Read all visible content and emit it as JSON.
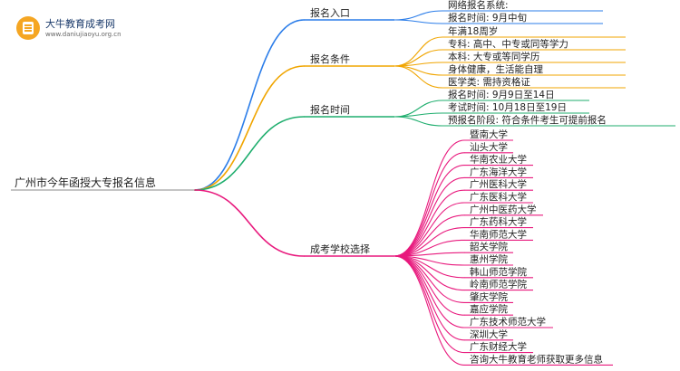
{
  "watermark": {
    "name": "大牛教育成考网",
    "url": "www.daniujiaoyu.org.cn"
  },
  "root": {
    "label": "广州市今年函授大专报名信息"
  },
  "branches": [
    {
      "label": "报名入口",
      "color": "#2b7de9",
      "children": [
        "网络报名系统:",
        "报名时间: 9月中旬"
      ]
    },
    {
      "label": "报名条件",
      "color": "#f0a500",
      "children": [
        "年满18周岁",
        "专科: 高中、中专或同等学力",
        "本科: 大专或等同学历",
        "身体健康，生活能自理",
        "医学类: 需持资格证"
      ]
    },
    {
      "label": "报名时间",
      "color": "#1fae6e",
      "children": [
        "报名时间: 9月9日至14日",
        "考试时间: 10月18日至19日",
        "预报名阶段: 符合条件考生可提前报名"
      ]
    },
    {
      "label": "成考学校选择",
      "color": "#e8197d",
      "children": [
        "暨南大学",
        "汕头大学",
        "华南农业大学",
        "广东海洋大学",
        "广州医科大学",
        "广东医科大学",
        "广州中医药大学",
        "广东药科大学",
        "华南师范大学",
        "韶关学院",
        "惠州学院",
        "韩山师范学院",
        "岭南师范学院",
        "肇庆学院",
        "嘉应学院",
        "广东技术师范大学",
        "深圳大学",
        "广东财经大学",
        "咨询大牛教育老师获取更多信息"
      ]
    }
  ]
}
